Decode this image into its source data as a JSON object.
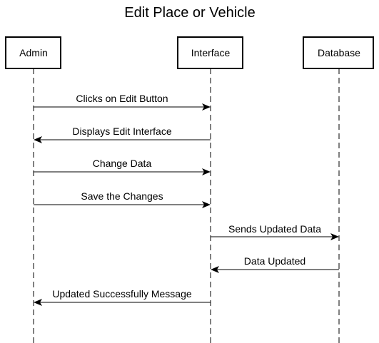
{
  "diagram": {
    "title": "Edit Place or Vehicle",
    "participants": [
      {
        "id": "admin",
        "label": "Admin"
      },
      {
        "id": "interface",
        "label": "Interface"
      },
      {
        "id": "database",
        "label": "Database"
      }
    ],
    "messages": [
      {
        "from": "admin",
        "to": "interface",
        "label": "Clicks on Edit Button"
      },
      {
        "from": "interface",
        "to": "admin",
        "label": "Displays Edit Interface"
      },
      {
        "from": "admin",
        "to": "interface",
        "label": "Change Data"
      },
      {
        "from": "admin",
        "to": "interface",
        "label": "Save the Changes"
      },
      {
        "from": "interface",
        "to": "database",
        "label": "Sends Updated Data"
      },
      {
        "from": "database",
        "to": "interface",
        "label": "Data Updated"
      },
      {
        "from": "interface",
        "to": "admin",
        "label": "Updated Successfully Message"
      }
    ]
  }
}
